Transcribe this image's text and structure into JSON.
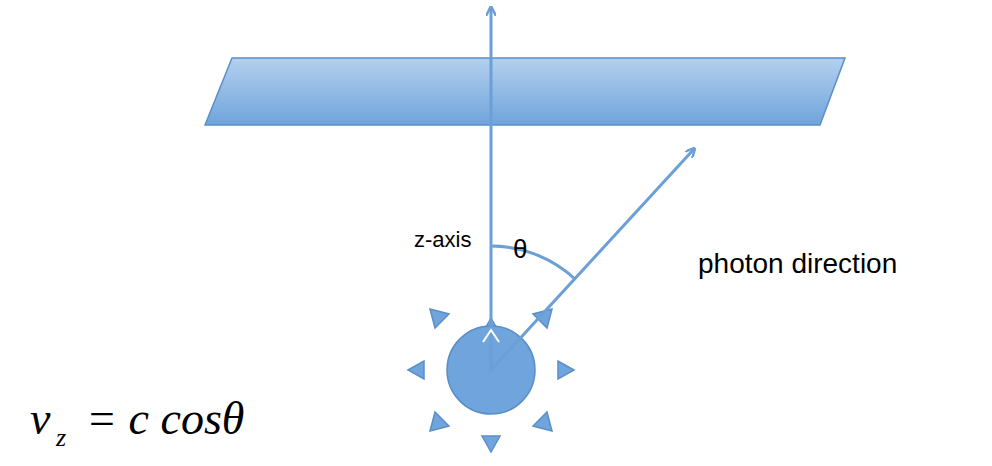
{
  "diagram": {
    "labels": [
      "z-axis",
      "θ",
      "photon direction",
      "v",
      "z",
      "= c cosθ"
    ]
  }
}
